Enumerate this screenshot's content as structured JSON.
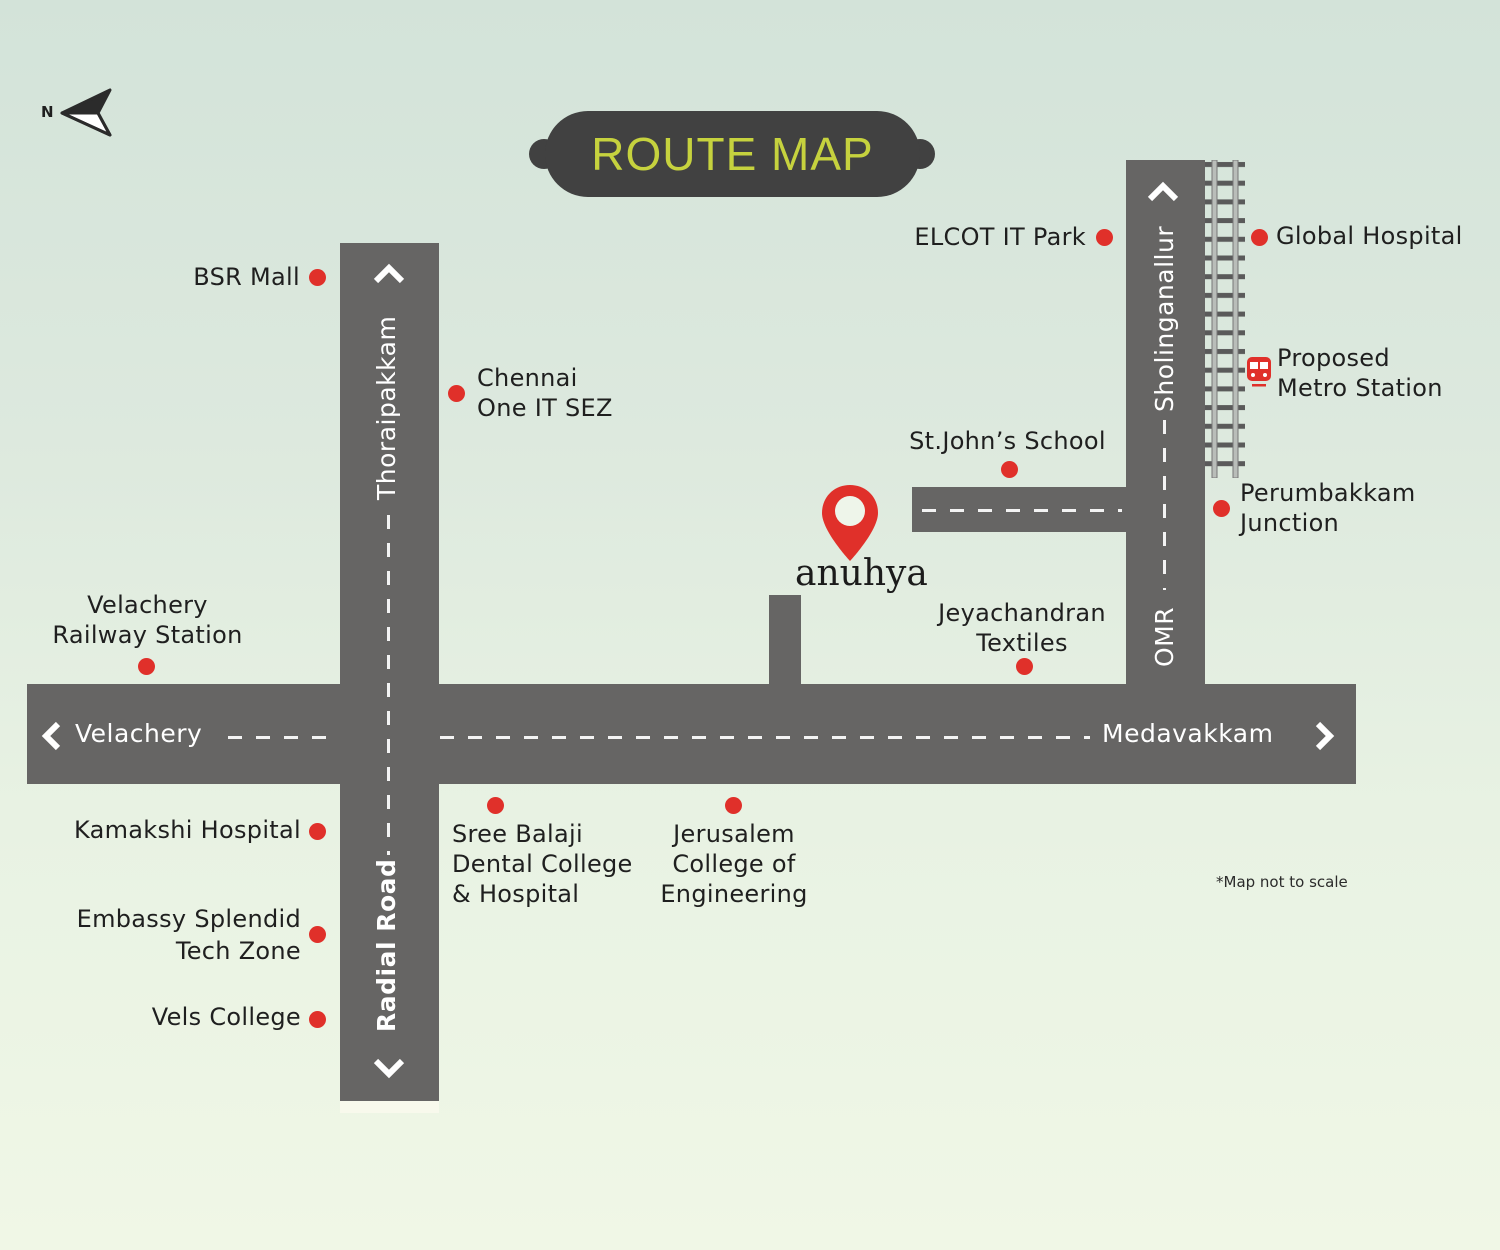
{
  "title": "ROUTE MAP",
  "compass": {
    "label": "N",
    "icon": "north-arrow-icon"
  },
  "brand": {
    "name": "anuhya",
    "icon": "location-pin-icon"
  },
  "note": "*Map not to scale",
  "colors": {
    "road": "#666564",
    "marker": "#e0302a",
    "title_bg": "#414141",
    "title_text": "#c6d23e",
    "background_top": "#d3e3d9",
    "background_bottom": "#f0f7e6"
  },
  "roads": {
    "horizontal": {
      "left_label": "Velachery",
      "right_label": "Medavakkam"
    },
    "radial": {
      "top_label": "Thoraipakkam",
      "bottom_label": "Radial Road"
    },
    "omr": {
      "top_label": "Sholinganallur",
      "bottom_label": "OMR"
    }
  },
  "metro": {
    "label_line1": "Proposed",
    "label_line2": "Metro Station",
    "icon": "metro-train-icon"
  },
  "landmarks": [
    {
      "id": "bsr-mall",
      "lines": [
        "BSR Mall"
      ]
    },
    {
      "id": "chennai-one",
      "lines": [
        "Chennai",
        "One IT SEZ"
      ]
    },
    {
      "id": "velachery-railway",
      "lines": [
        "Velachery",
        "Railway Station"
      ]
    },
    {
      "id": "kamakshi-hospital",
      "lines": [
        "Kamakshi Hospital"
      ]
    },
    {
      "id": "embassy-splendid",
      "lines": [
        "Embassy Splendid",
        "Tech Zone"
      ]
    },
    {
      "id": "vels-college",
      "lines": [
        "Vels College"
      ]
    },
    {
      "id": "sree-balaji",
      "lines": [
        "Sree Balaji",
        "Dental College",
        "& Hospital"
      ]
    },
    {
      "id": "jerusalem",
      "lines": [
        "Jerusalem",
        "College of",
        "Engineering"
      ]
    },
    {
      "id": "elcot",
      "lines": [
        "ELCOT IT Park"
      ]
    },
    {
      "id": "global-hospital",
      "lines": [
        "Global Hospital"
      ]
    },
    {
      "id": "st-johns",
      "lines": [
        "St.John’s School"
      ]
    },
    {
      "id": "perumbakkam",
      "lines": [
        "Perumbakkam",
        "Junction"
      ]
    },
    {
      "id": "jeyachandran",
      "lines": [
        "Jeyachandran",
        "Textiles"
      ]
    }
  ]
}
